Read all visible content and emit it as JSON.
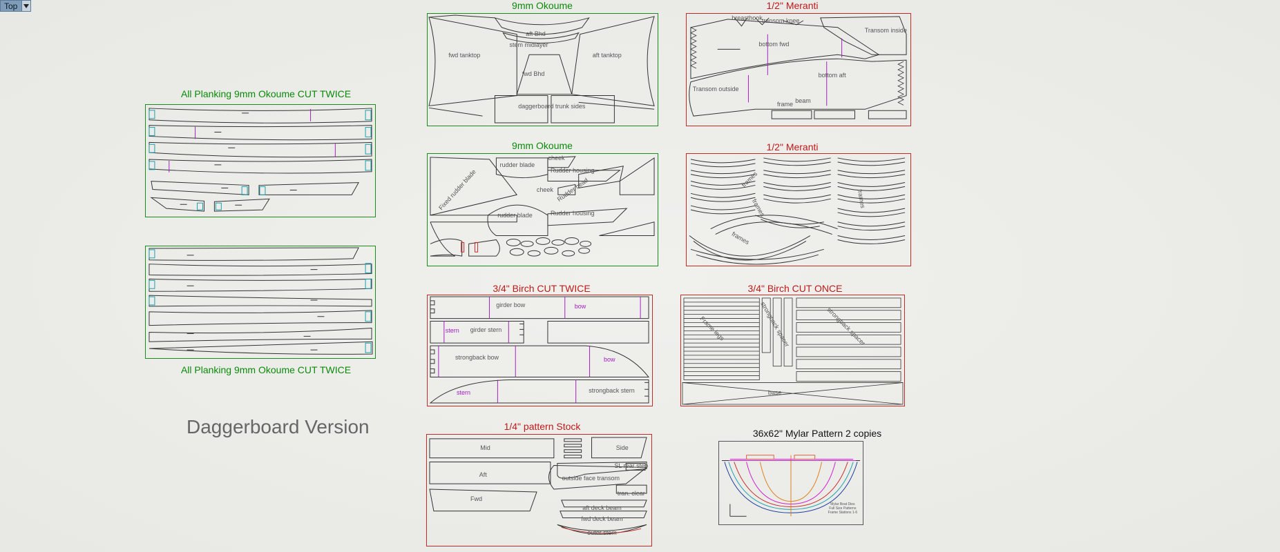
{
  "viewport": {
    "name": "Top"
  },
  "version_label": "Daggerboard Version",
  "sheets": {
    "planking1": {
      "title": "All Planking 9mm Okoume CUT TWICE"
    },
    "planking2": {
      "title": "All Planking 9mm Okoume CUT TWICE"
    },
    "okoume1": {
      "title": "9mm Okoume",
      "labels": {
        "aft_bhd": "aft Bhd",
        "stem": "stem midlayer",
        "fwd_tank": "fwd tanktop",
        "aft_tank": "aft tanktop",
        "fwd_bhd": "fwd Bhd",
        "dagger": "daggerboard trunk sides"
      }
    },
    "meranti1": {
      "title": "1/2\" Meranti",
      "labels": {
        "breasthook": "breasthook",
        "transom_knee": "transom knee",
        "bottom_fwd": "bottom fwd",
        "transom_inside": "Transom inside",
        "bottom_aft": "bottom aft",
        "transom_outside": "Transom outside",
        "frame": "frame",
        "beam": "beam"
      }
    },
    "okoume2": {
      "title": "9mm Okoume",
      "labels": {
        "rudder_blade": "rudder blade",
        "cheek": "cheek",
        "rudder_housing": "Rudder housing",
        "fixed": "Fixed rudder blade",
        "cheek2": "cheek",
        "rudder_blade2": "rudder blade",
        "rudder_housing2": "Rudder housing",
        "rudder_head": "Rudder head"
      }
    },
    "meranti2": {
      "title": "1/2\" Meranti",
      "labels": {
        "frames": "frames",
        "frames2": "frames",
        "frames3": "frames",
        "frames4": "frames"
      }
    },
    "birch1": {
      "title": "3/4\" Birch CUT TWICE",
      "labels": {
        "girder_bow": "girder bow",
        "bow": "bow",
        "stern": "stern",
        "girder_stern": "girder stern",
        "strongback_bow": "strongback bow",
        "bow2": "bow",
        "stern2": "stern",
        "strongback_stern": "strongback stern"
      }
    },
    "birch2": {
      "title": "3/4\" Birch CUT ONCE",
      "labels": {
        "frame_legs": "Frame legs",
        "stringer": "strongback spacer",
        "spacers": "strongback spacer",
        "base": "base"
      }
    },
    "pattern": {
      "title": "1/4\" pattern Stock",
      "labels": {
        "mid": "Mid",
        "side": "Side",
        "sl_rear": "SL rear step",
        "aft": "Aft",
        "outside_face": "outside face transom",
        "tran_clear": "tran. clear",
        "fwd": "Fwd",
        "aft_deck": "aft deck beam",
        "fwd_deck": "fwd deck beam",
        "outer_stem": "outer stem"
      }
    },
    "mylar": {
      "title": "36x62\" Mylar Pattern 2 copies",
      "labels": {
        "note1": "Mylar Boat Dies",
        "note2": "Full Size Patterns",
        "note3": "Frame Stations 1-6"
      }
    }
  },
  "colors": {
    "green": "#1a8a1a",
    "red": "#c62828",
    "purple": "#a020c0",
    "cyan": "#1aa0b0"
  }
}
